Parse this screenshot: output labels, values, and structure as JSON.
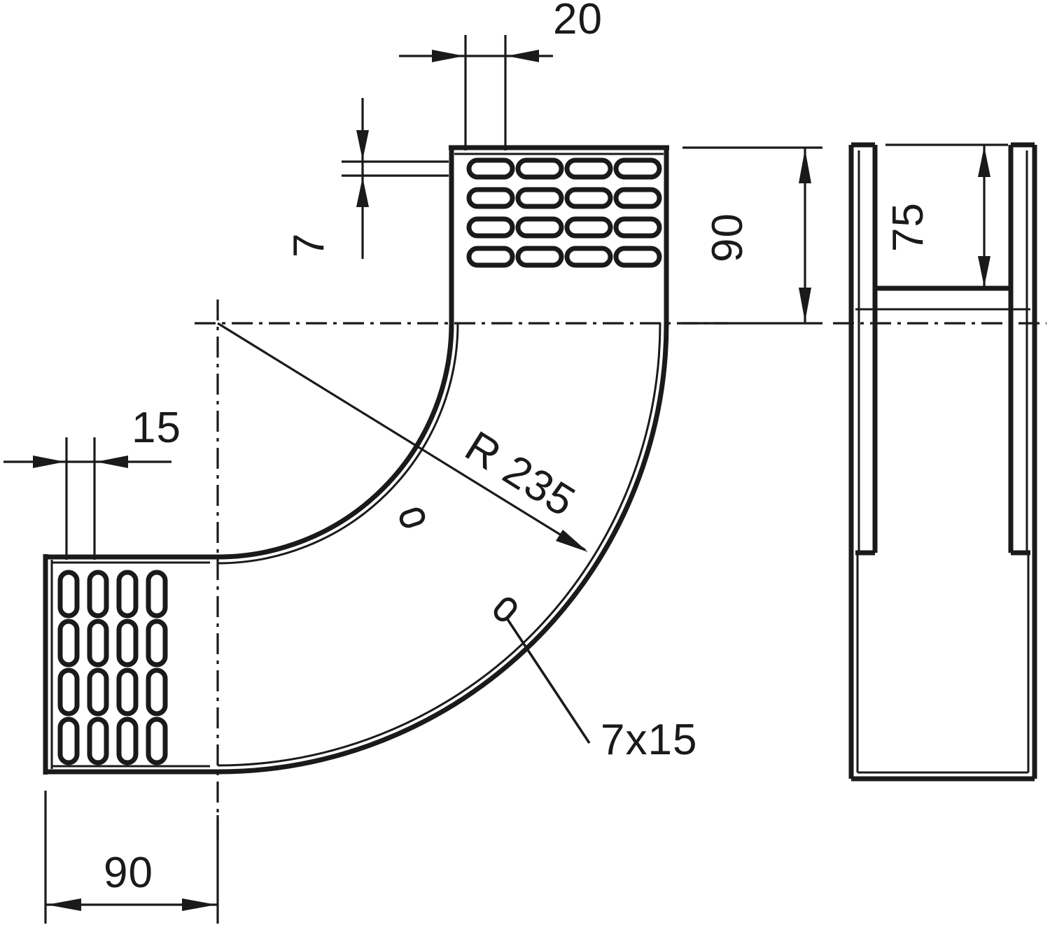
{
  "drawing": {
    "title": "Cable tray 90 degree vertical bend - technical drawing",
    "line_color": "#1a1a1a",
    "background_color": "#ffffff",
    "views": {
      "main": "side-elevation-with-90-degree-bend",
      "secondary": "end-section-view"
    }
  },
  "dimensions": {
    "top_width": "20",
    "sheet_thickness": "7",
    "side_height": "90",
    "flange_offset": "15",
    "bend_radius": "R 235",
    "slot_size": "7x15",
    "bottom_width": "90",
    "section_inner_height": "75"
  },
  "labels": {
    "dim_20": "20",
    "dim_7": "7",
    "dim_90_right": "90",
    "dim_15": "15",
    "dim_r235": "R 235",
    "dim_7x15": "7x15",
    "dim_90_bottom": "90",
    "dim_75": "75"
  },
  "perforations": {
    "top_panel": {
      "rows": 4,
      "cols": 4,
      "orientation": "horizontal"
    },
    "bottom_panel": {
      "rows": 4,
      "cols": 4,
      "orientation": "vertical"
    },
    "bend_slots": 2
  }
}
